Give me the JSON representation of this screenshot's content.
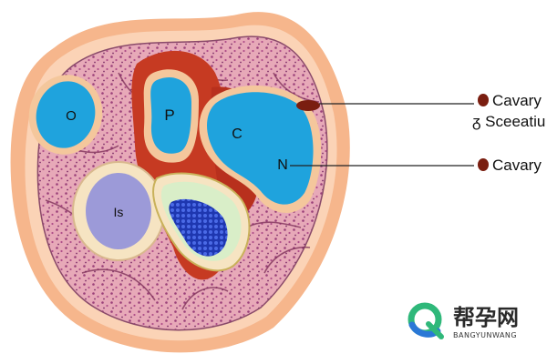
{
  "labels": {
    "region_o": "O",
    "region_p": "P",
    "region_c": "C",
    "region_n": "N",
    "region_is": "Is"
  },
  "callouts": [
    {
      "line1": "Cavary",
      "line2": "ᵹ Sceeatiu"
    },
    {
      "line1": "Cavary"
    }
  ],
  "watermark": {
    "brand": "帮孕网",
    "sub": "BANGYUNWANG"
  },
  "colors": {
    "outer_skin": "#f6b68c",
    "tissue": "#e7a9b8",
    "cavity_blue": "#1fa3dd",
    "red_region": "#c63a22",
    "nucleus_blue": "#2c4cc4",
    "lavender": "#9c9ad8",
    "logo_green": "#2fb87a",
    "logo_blue": "#2a78d6"
  }
}
